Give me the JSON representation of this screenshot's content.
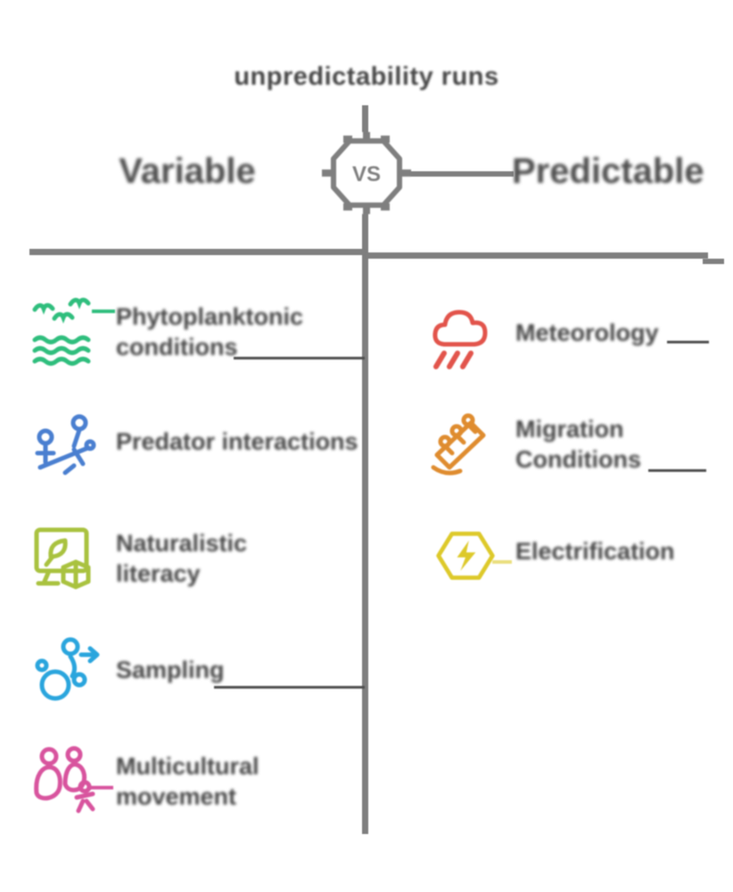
{
  "title": "unpredictability runs",
  "versus_badge": "VS",
  "columns": {
    "left_heading": "Variable",
    "right_heading": "Predictable"
  },
  "left_items": [
    {
      "icon": "birds-waves-icon",
      "color": "#2fbe7d",
      "label_line1": "Phytoplanktonic",
      "label_line2": "conditions"
    },
    {
      "icon": "molecules-icon",
      "color": "#4a7fd0",
      "label_line1": "Predator interactions",
      "label_line2": ""
    },
    {
      "icon": "screen-leaf-book-icon",
      "color": "#a9c23f",
      "label_line1": "Naturalistic",
      "label_line2": "literacy"
    },
    {
      "icon": "movement-arrow-icon",
      "color": "#2aa5dd",
      "label_line1": "Sampling",
      "label_line2": ""
    },
    {
      "icon": "people-group-icon",
      "color": "#d8549e",
      "label_line1": "Multicultural",
      "label_line2": "movement"
    }
  ],
  "right_items": [
    {
      "icon": "rain-cloud-icon",
      "color": "#e2544b",
      "label_line1": "Meteorology",
      "label_line2": ""
    },
    {
      "icon": "escalator-people-icon",
      "color": "#df8c2f",
      "label_line1": "Migration",
      "label_line2": "Conditions"
    },
    {
      "icon": "hexagon-lightning-icon",
      "color": "#ddc92a",
      "label_line1": "Electrification",
      "label_line2": ""
    }
  ],
  "colors": {
    "line_gray": "#7f7f7f",
    "leader_dark": "#4d4d4d",
    "text_dark": "#474747"
  }
}
